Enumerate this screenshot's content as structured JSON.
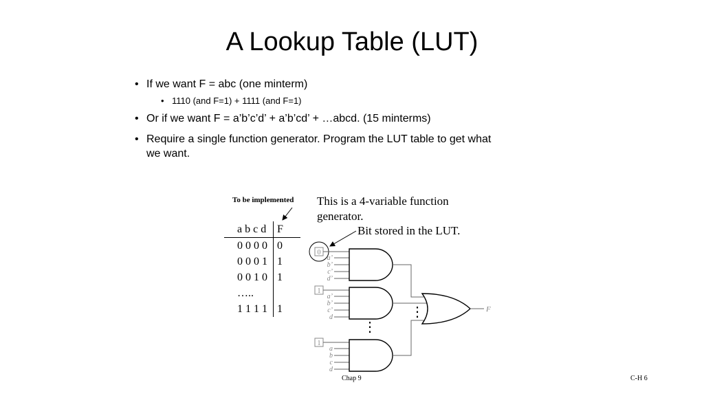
{
  "slide": {
    "title": "A Lookup Table (LUT)",
    "bullets": [
      "If we want  F = abc  (one minterm)",
      "1110 (and F=1) + 1111 (and F=1)",
      "Or if we want F = a’b’c’d’ + a’b’cd’ + …abcd. (15 minterms)",
      "Require a single function generator. Program the LUT table to get what we want."
    ]
  },
  "figure": {
    "to_be_implemented": "To be implemented",
    "note_generator": "This is a 4-variable function generator.",
    "note_bit": "Bit stored in the LUT.",
    "truth_table": {
      "header": [
        "a b c d",
        "F"
      ],
      "rows": [
        [
          "0 0 0 0",
          "0"
        ],
        [
          "0 0 0 1",
          "1"
        ],
        [
          "0 0 1 0",
          "1"
        ],
        [
          "…..",
          ""
        ],
        [
          "1 1 1 1",
          "1"
        ]
      ]
    },
    "lut_bits": [
      "0",
      "1",
      "1"
    ],
    "gate_inputs": [
      [
        "a’",
        "b’",
        "c’",
        "d’"
      ],
      [
        "a’",
        "b’",
        "c’",
        "d"
      ],
      [
        "a",
        "b",
        "c",
        "d"
      ]
    ],
    "vertical_ellipsis": "⋮",
    "output_label": "F"
  },
  "footer": {
    "left": "Chap 9",
    "right": "C-H 6"
  }
}
